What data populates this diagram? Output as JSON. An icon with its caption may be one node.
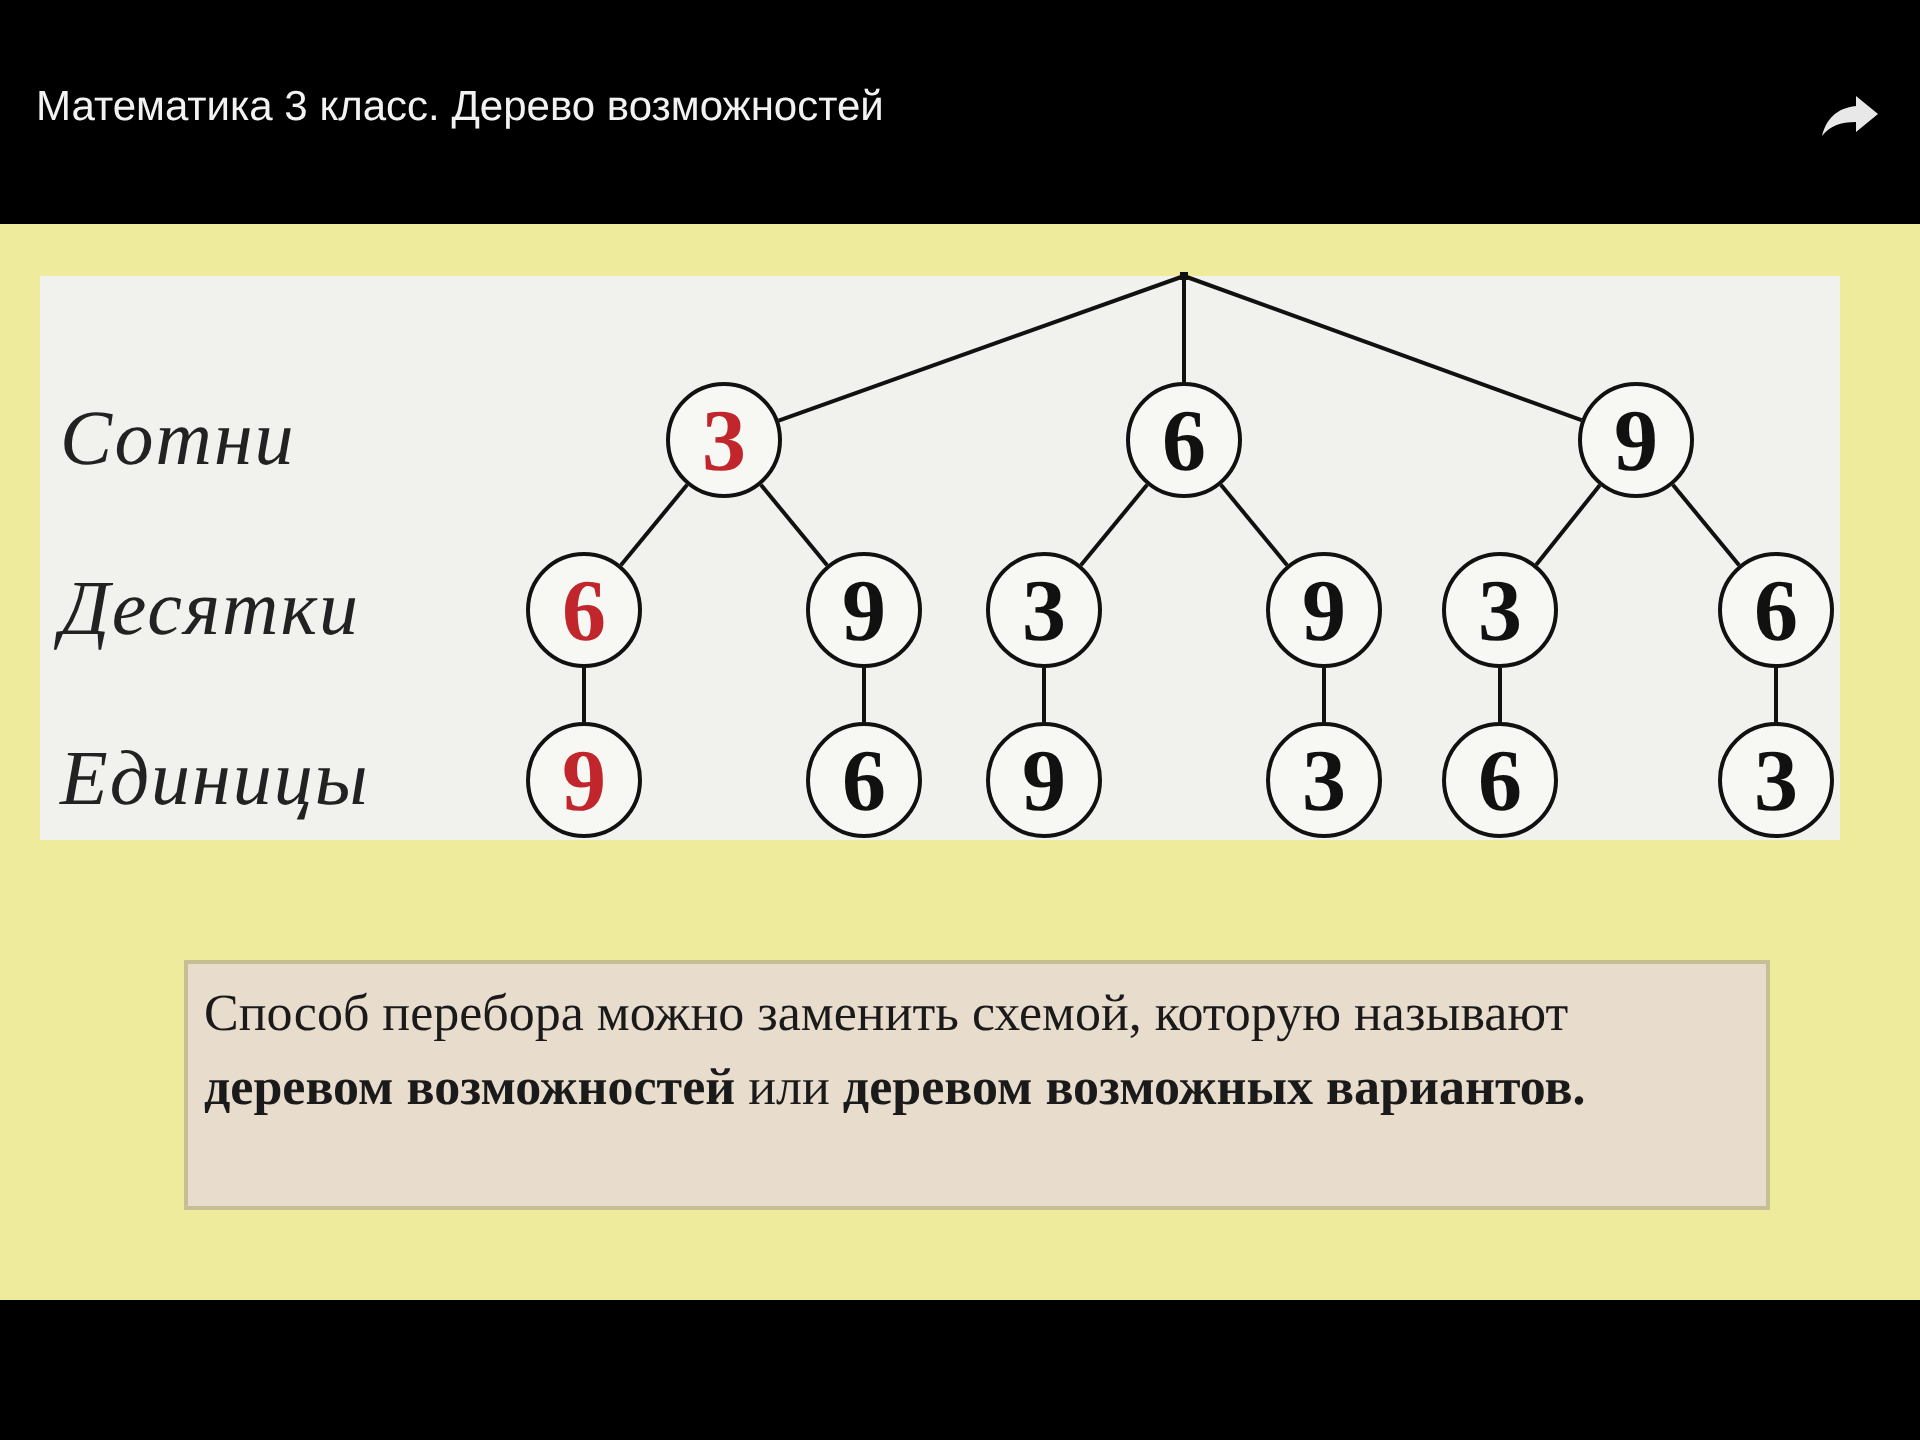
{
  "diagram": {
    "title": "Математика 3 класс. Дерево возможностей",
    "nodes": [
      {
        "text": [],
        "shape": "point"
      },
      {
        "text": [
          "3"
        ]
      },
      {
        "text": [
          "6"
        ]
      },
      {
        "text": [
          "9"
        ]
      },
      {
        "text": [
          "6"
        ]
      },
      {
        "text": [
          "9"
        ]
      },
      {
        "text": [
          "3"
        ]
      },
      {
        "text": [
          "9"
        ]
      },
      {
        "text": [
          "3"
        ]
      },
      {
        "text": [
          "6"
        ]
      },
      {
        "text": [
          "9"
        ]
      },
      {
        "text": [
          "6"
        ]
      },
      {
        "text": [
          "9"
        ]
      },
      {
        "text": [
          "3"
        ]
      },
      {
        "text": [
          "6"
        ]
      },
      {
        "text": [
          "3"
        ]
      }
    ],
    "edges": [
      {
        "from": 0,
        "to": 1,
        "arrow": "none"
      },
      {
        "from": 0,
        "to": 2,
        "arrow": "none"
      },
      {
        "from": 0,
        "to": 3,
        "arrow": "none"
      },
      {
        "from": 1,
        "to": 4,
        "arrow": "none"
      },
      {
        "from": 1,
        "to": 5,
        "arrow": "none"
      },
      {
        "from": 2,
        "to": 6,
        "arrow": "none"
      },
      {
        "from": 2,
        "to": 7,
        "arrow": "none"
      },
      {
        "from": 3,
        "to": 8,
        "arrow": "none"
      },
      {
        "from": 3,
        "to": 9,
        "arrow": "none"
      },
      {
        "from": 4,
        "to": 10,
        "arrow": "none"
      },
      {
        "from": 5,
        "to": 11,
        "arrow": "none"
      },
      {
        "from": 6,
        "to": 12,
        "arrow": "none"
      },
      {
        "from": 7,
        "to": 13,
        "arrow": "none"
      },
      {
        "from": 8,
        "to": 14,
        "arrow": "none"
      },
      {
        "from": 9,
        "to": 15,
        "arrow": "none"
      }
    ],
    "labels": [
      "Сотни",
      "Десятки",
      "Единицы",
      "Способ перебора можно заменить схемой, которую называют **деревом возможностей** или **деревом возможных вариантов.**"
    ]
  }
}
